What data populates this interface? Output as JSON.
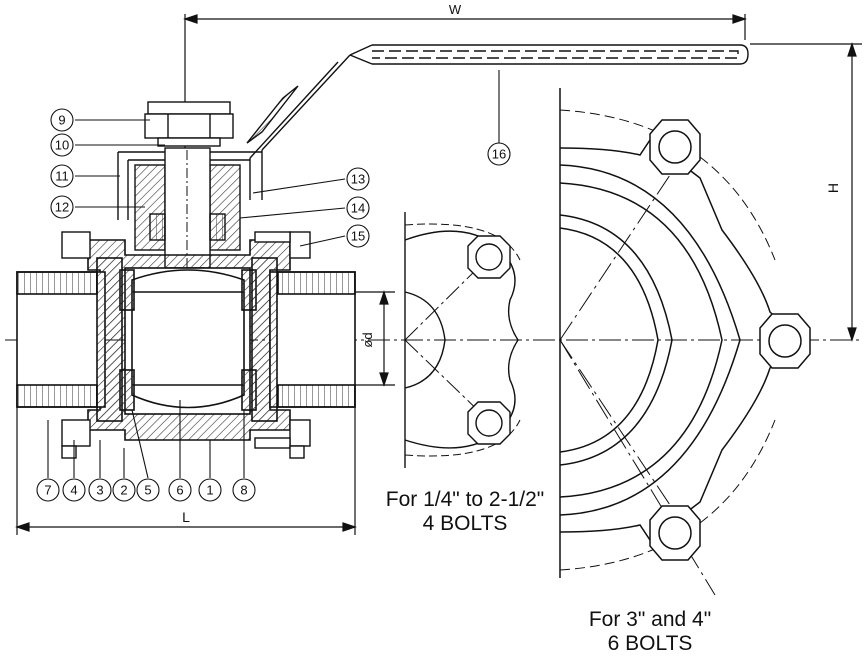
{
  "dimensions": {
    "width": "W",
    "height": "H",
    "length": "L",
    "bore": "ød"
  },
  "part_numbers": [
    "9",
    "10",
    "11",
    "12",
    "13",
    "14",
    "15",
    "16",
    "7",
    "4",
    "3",
    "2",
    "5",
    "6",
    "1",
    "8"
  ],
  "captions": {
    "small": {
      "line1": "For 1/4\" to 2-1/2\"",
      "line2": "4 BOLTS"
    },
    "large": {
      "line1": "For 3\" and 4\"",
      "line2": "6 BOLTS"
    }
  },
  "colors": {
    "ink": "#111111",
    "hatch": "#333333",
    "background": "#ffffff"
  }
}
